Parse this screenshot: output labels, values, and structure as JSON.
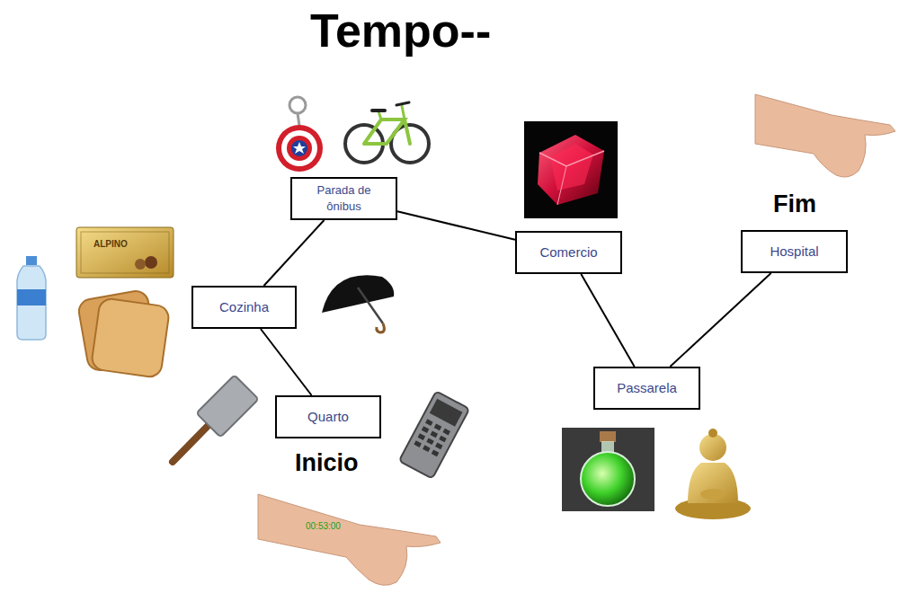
{
  "diagram": {
    "title": "Tempo--",
    "nodes": [
      {
        "text": [
          "Parada de ônibus"
        ]
      },
      {
        "text": [
          "Comercio"
        ]
      },
      {
        "text": [
          "Hospital"
        ]
      },
      {
        "text": [
          "Cozinha"
        ]
      },
      {
        "text": [
          "Passarela"
        ]
      },
      {
        "text": [
          "Quarto"
        ]
      }
    ],
    "edges": [
      {
        "from": 5,
        "to": 3,
        "arrow": "none"
      },
      {
        "from": 3,
        "to": 0,
        "arrow": "none"
      },
      {
        "from": 0,
        "to": 1,
        "arrow": "none"
      },
      {
        "from": 1,
        "to": 4,
        "arrow": "none"
      },
      {
        "from": 4,
        "to": 2,
        "arrow": "none"
      }
    ],
    "labels": [
      "Inicio",
      "Fim",
      "00:53:00",
      "ALPINO"
    ]
  }
}
